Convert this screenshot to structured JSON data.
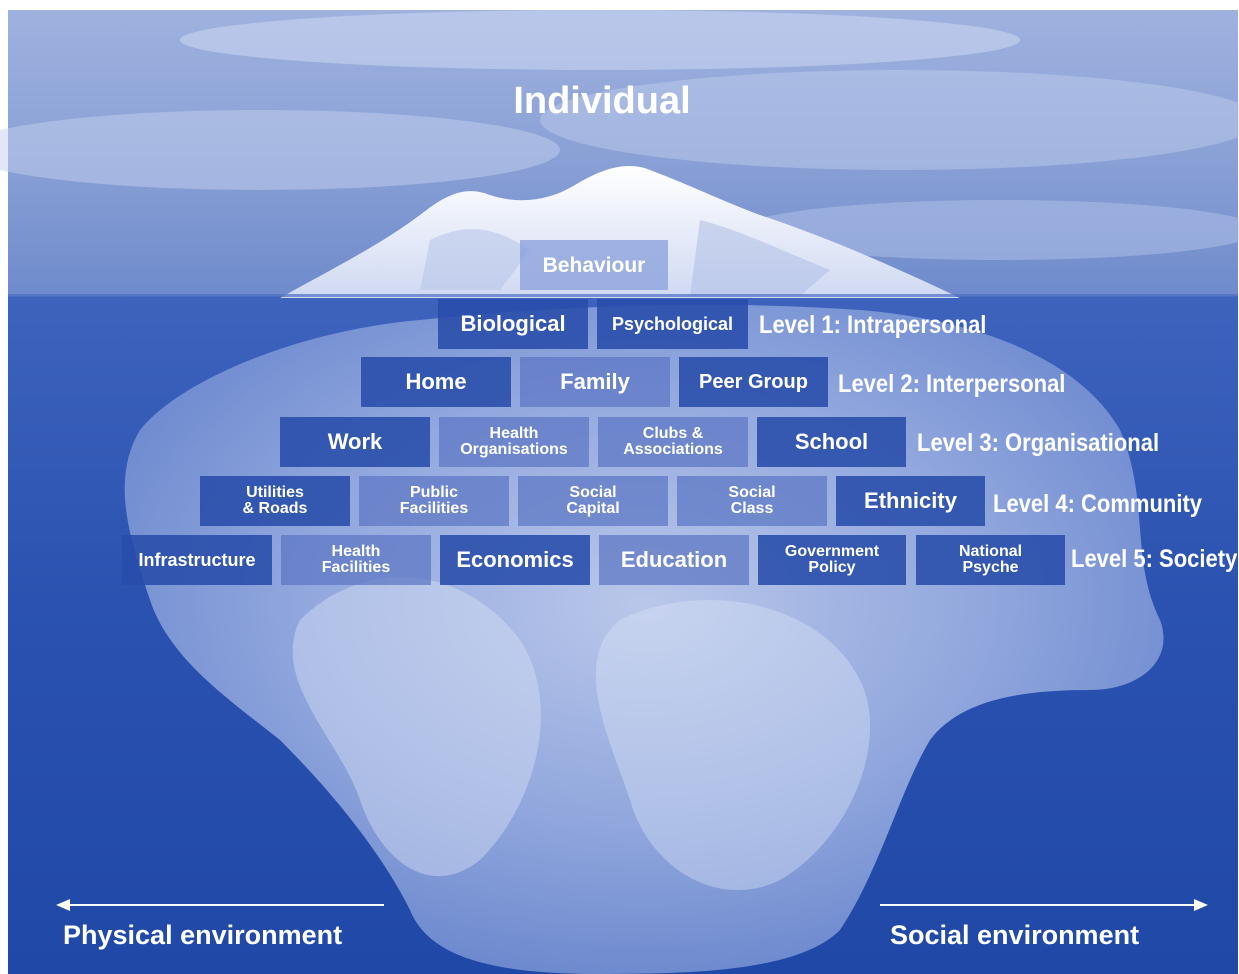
{
  "title": "Individual",
  "top_box": "Behaviour",
  "levels": [
    {
      "label": "Level 1: Intrapersonal",
      "items": [
        "Biological",
        "Psychological"
      ]
    },
    {
      "label": "Level 2: Interpersonal",
      "items": [
        "Home",
        "Family",
        "Peer Group"
      ]
    },
    {
      "label": "Level 3: Organisational",
      "items": [
        "Work",
        "Health\nOrganisations",
        "Clubs &\nAssociations",
        "School"
      ]
    },
    {
      "label": "Level 4: Community",
      "items": [
        "Utilities\n& Roads",
        "Public\nFacilities",
        "Social\nCapital",
        "Social\nClass",
        "Ethnicity"
      ]
    },
    {
      "label": "Level 5: Society",
      "items": [
        "Infrastructure",
        "Health\nFacilities",
        "Economics",
        "Education",
        "Government\nPolicy",
        "National\nPsyche"
      ]
    }
  ],
  "bottom": {
    "left_label": "Physical environment",
    "right_label": "Social environment"
  },
  "colors": {
    "sky": "#8fa6d8",
    "sea": "#2e56b4",
    "ice": "#e9eefa",
    "box_dark": "#284caa",
    "box_light": "#5c76c4"
  }
}
